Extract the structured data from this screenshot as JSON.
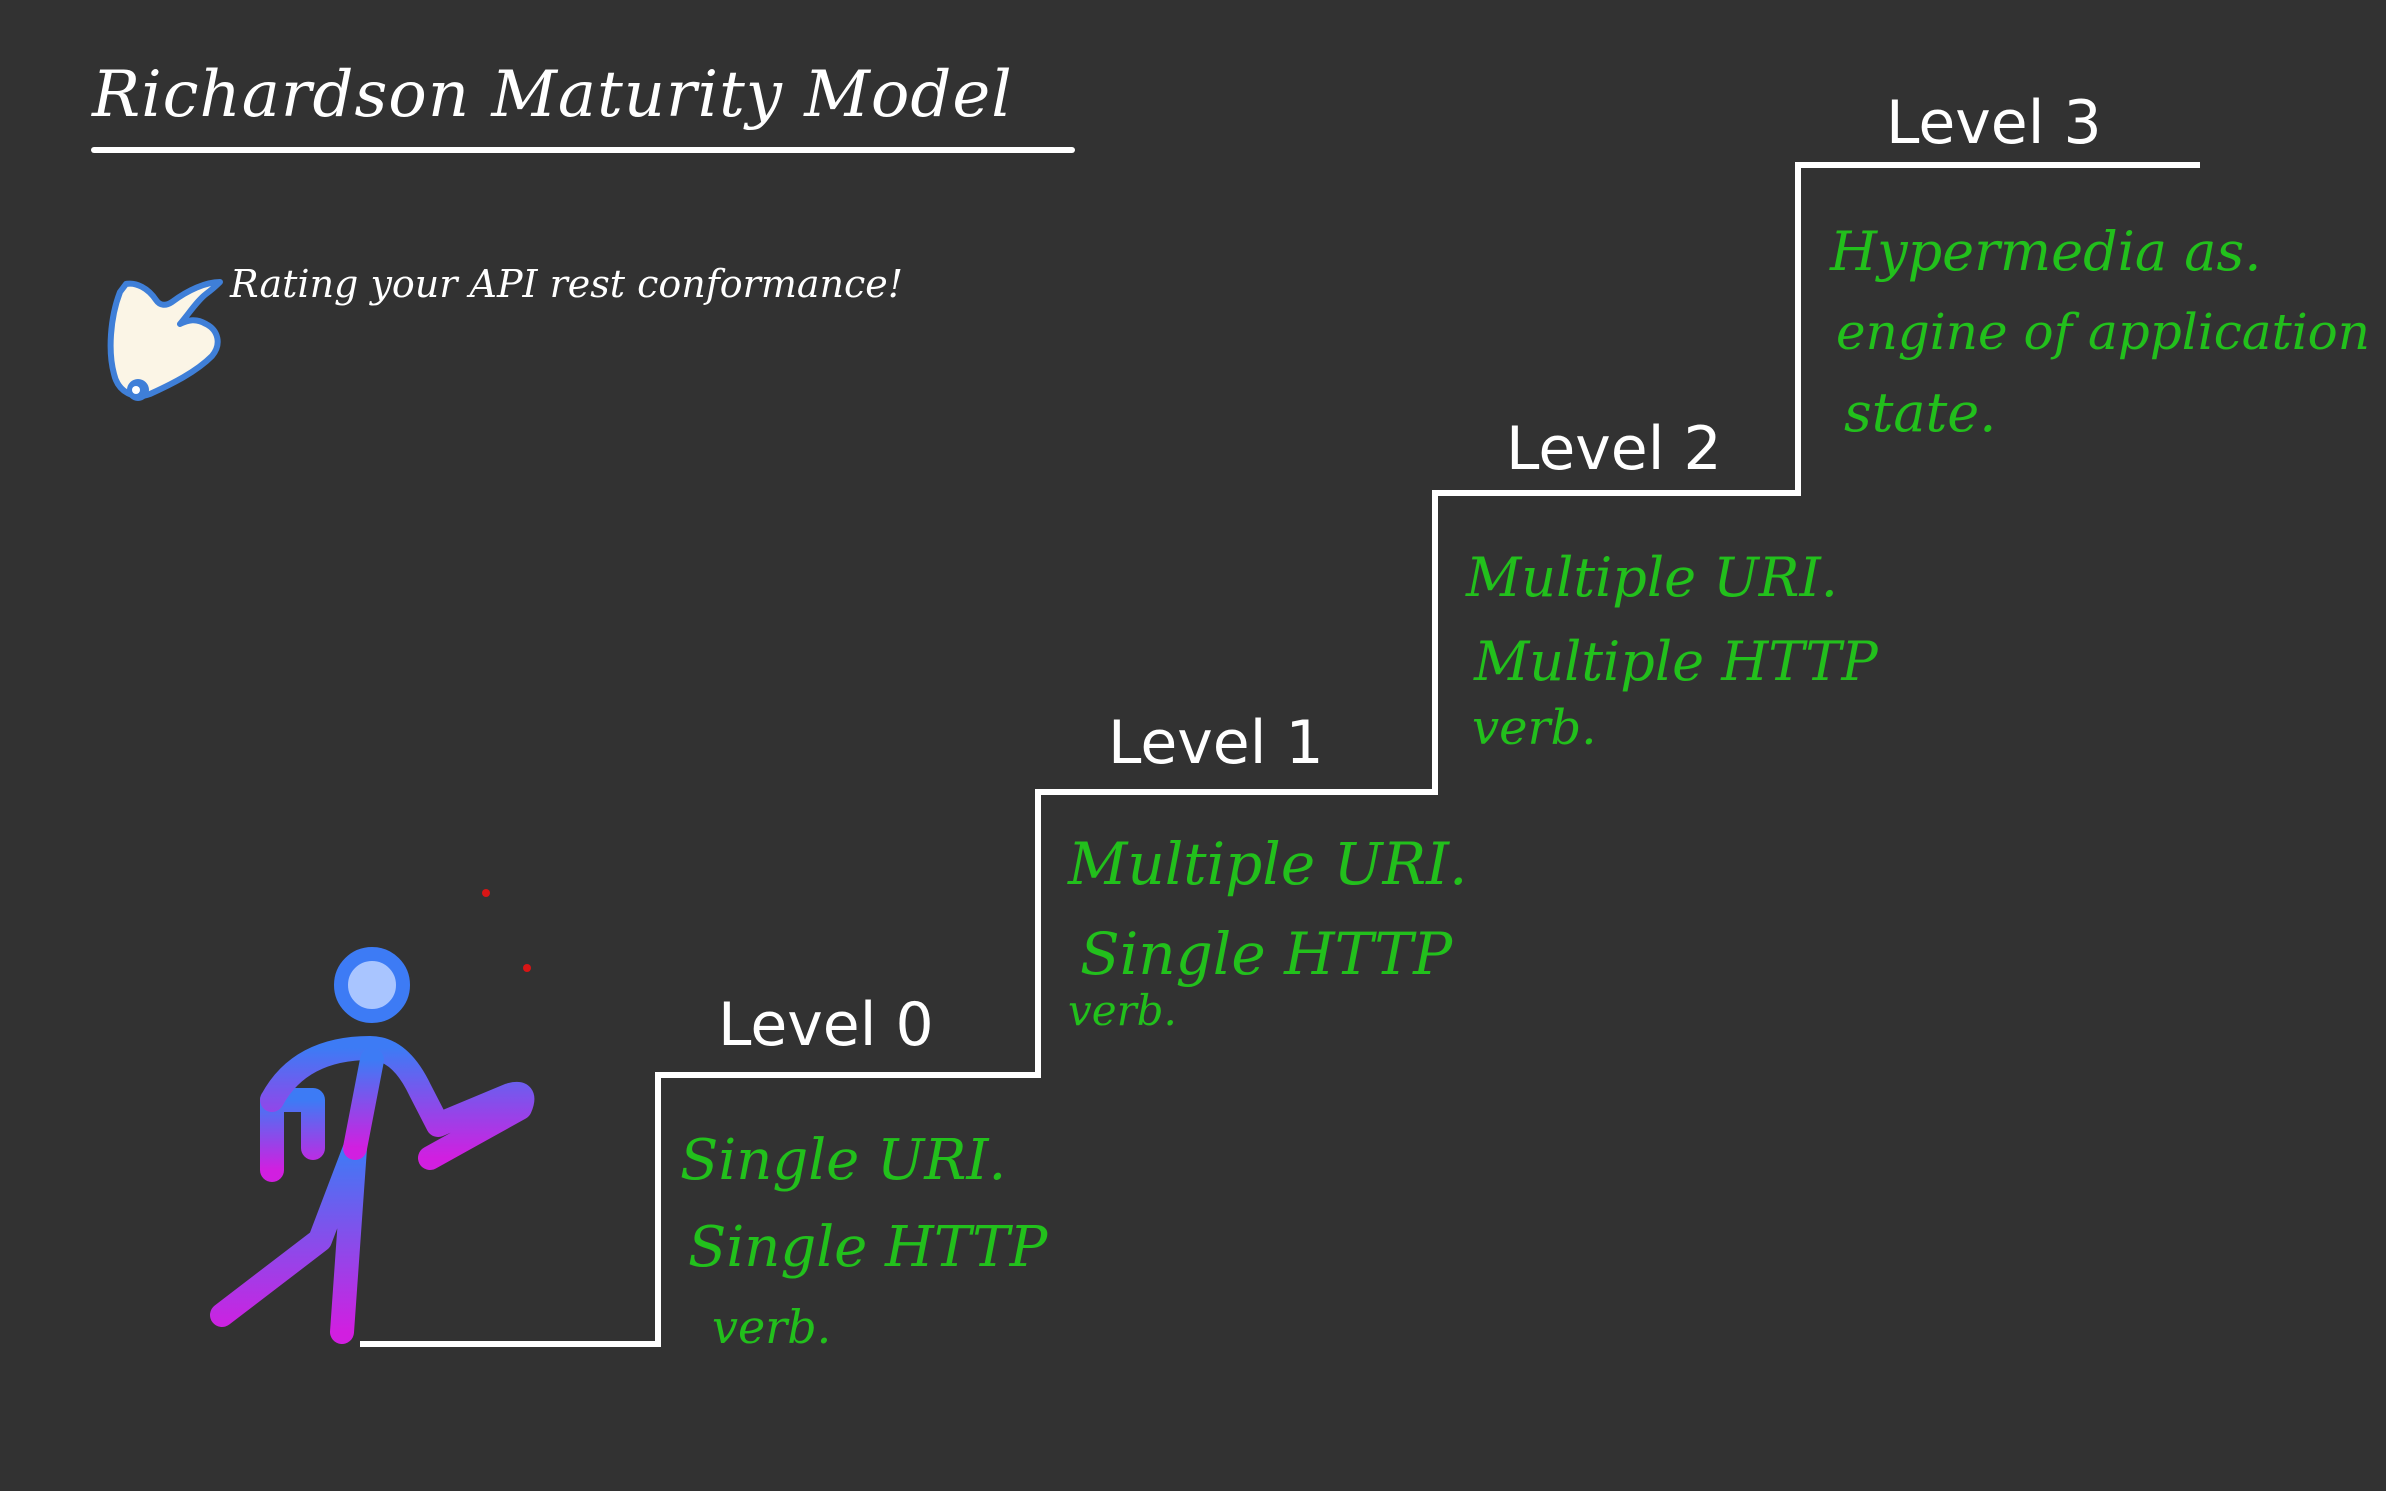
{
  "title": "Richardson Maturity Model",
  "subtitle": "Rating your API rest conformance!",
  "icons": {
    "pointer": "pointing-hand-icon",
    "walker": "walking-person-icon"
  },
  "colors": {
    "background": "#323232",
    "stairs": "#ffffff",
    "description": "#22c01c",
    "walker_top": "#3d7bf5",
    "walker_bottom": "#d11fe0",
    "dots": "#d81515"
  },
  "levels": [
    {
      "label": "Level 0",
      "lines": [
        "Single URI.",
        "Single HTTP",
        "verb."
      ]
    },
    {
      "label": "Level 1",
      "lines": [
        "Multiple URI.",
        "Single HTTP",
        "verb."
      ]
    },
    {
      "label": "Level 2",
      "lines": [
        "Multiple URI.",
        "Multiple HTTP",
        "verb."
      ]
    },
    {
      "label": "Level 3",
      "lines": [
        "Hypermedia as.",
        "engine of application",
        "state."
      ]
    }
  ]
}
